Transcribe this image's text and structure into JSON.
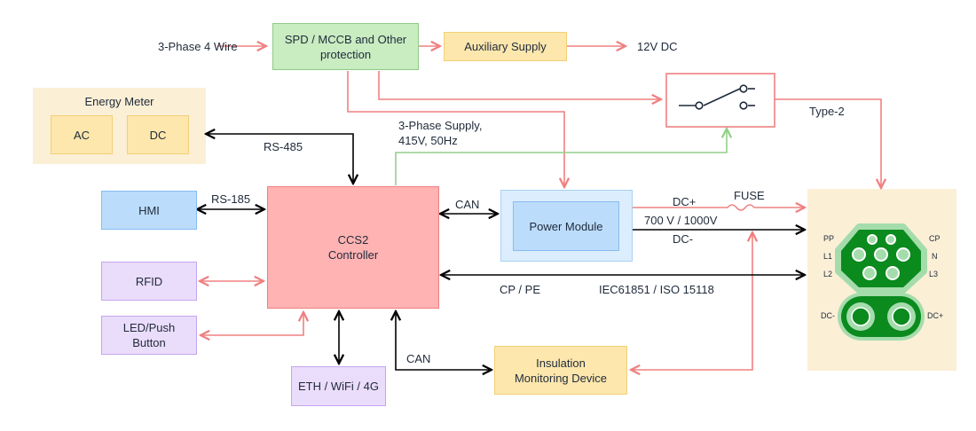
{
  "colors": {
    "red_wire": "#f08080",
    "black_wire": "#000000",
    "green_wire": "#94cf8a",
    "controller_fill": "#ffb3b3",
    "blue_fill": "#bcdcfb",
    "purple_fill": "#eadcfb",
    "yellow_fill": "#fde7ad",
    "green_fill": "#c9ecc1",
    "panel_fill": "#fbefd6",
    "connector_green": "#0b8a1e"
  },
  "blocks": {
    "protection": "SPD / MCCB and Other\nprotection",
    "aux_supply": "Auxiliary Supply",
    "energy_meter": "Energy Meter",
    "meter_ac": "AC",
    "meter_dc": "DC",
    "controller": "CCS2\nController",
    "hmi": "HMI",
    "rfid": "RFID",
    "led": "LED/Push\nButton",
    "eth": "ETH / WiFi / 4G",
    "power_module": "Power Module",
    "imd": "Insulation\nMonitoring Device"
  },
  "labels": {
    "input": "3-Phase 4 Wire",
    "dc12": "12V DC",
    "rs485": "RS-485",
    "supply": "3-Phase Supply,\n415V, 50Hz",
    "type2": "Type-2",
    "rs185": "RS-185",
    "can_pm": "CAN",
    "can_imd": "CAN",
    "dc_plus": "DC+",
    "fuse": "FUSE",
    "voltage": "700 V / 1000V",
    "dc_minus": "DC-",
    "cppe": "CP / PE",
    "protocol": "IEC61851 / ISO 15118"
  },
  "connector": {
    "pp": "PP",
    "cp": "CP",
    "l1": "L1",
    "n": "N",
    "l2": "L2",
    "l3": "L3",
    "dcm": "DC-",
    "dcp": "DC+"
  }
}
